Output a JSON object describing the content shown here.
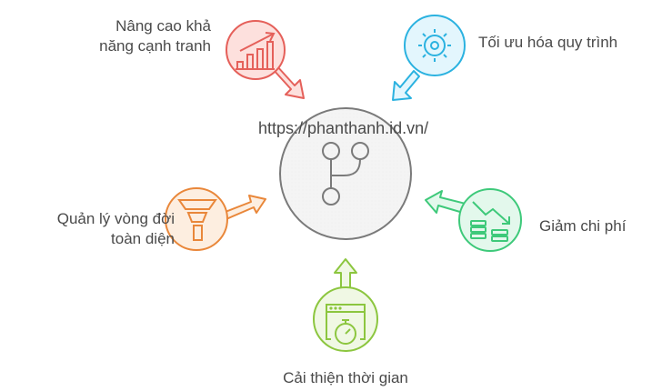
{
  "diagram": {
    "watermark": "https://phanthanh.id.vn/",
    "center": {
      "icon": "git-fork-icon",
      "stroke": "#7a7a7a",
      "fill": "#f4f4f4"
    },
    "nodes": [
      {
        "id": "competitive",
        "label_line1": "Nâng cao khả",
        "label_line2": "năng cạnh tranh",
        "icon": "growth-chart-icon",
        "color": "#e5605a",
        "fill": "#fde0dd"
      },
      {
        "id": "optimize",
        "label_line1": "Tối ưu hóa quy trình",
        "icon": "gear-sun-icon",
        "color": "#2bb2e0",
        "fill": "#e3f6fd"
      },
      {
        "id": "cost",
        "label_line1": "Giảm chi phí",
        "icon": "coins-down-icon",
        "color": "#3ec97a",
        "fill": "#e3f8ec"
      },
      {
        "id": "time",
        "label_line1": "Cải thiện thời gian",
        "icon": "stopwatch-window-icon",
        "color": "#8cc63f",
        "fill": "#f0f8e4"
      },
      {
        "id": "lifecycle",
        "label_line1": "Quản lý vòng đời",
        "label_line2": "toàn diện",
        "icon": "funnel-icon",
        "color": "#e9873a",
        "fill": "#fdeee0"
      }
    ]
  }
}
